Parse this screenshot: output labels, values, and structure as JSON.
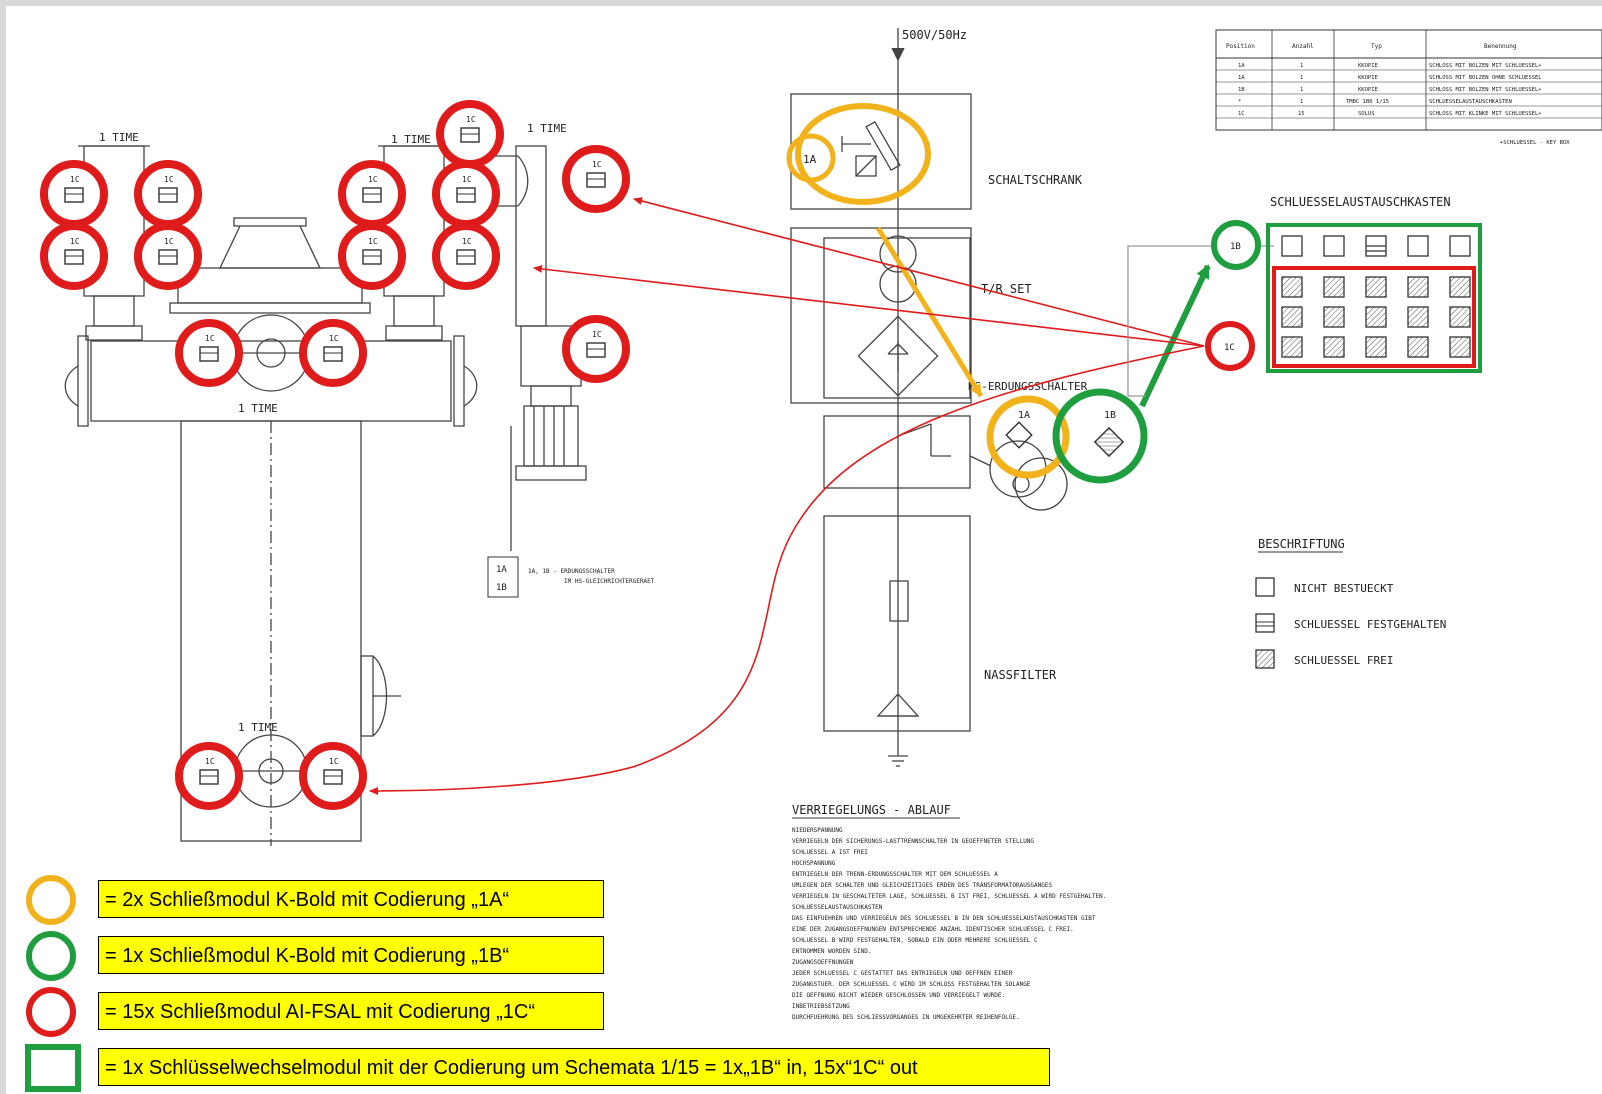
{
  "supply": "500V/50Hz",
  "labels": {
    "time1": "1 TIME",
    "schaltschrank": "SCHALTSCHRANK",
    "tr_set": "T/R SET",
    "erdungsschalter": "HS-ERDUNGSSCHALTER",
    "nassfilter": "NASSFILTER",
    "exchange_box_title": "SCHLUESSELAUSTAUSCHKASTEN",
    "erd_note_line1": "1A, 1B - ERDUNGSSCHALTER",
    "erd_note_line2": "IM HS-GLEICHRICHTERGERAET",
    "box_1a": "1A",
    "box_1b": "1B"
  },
  "codes": {
    "c1a": "1A",
    "c1b": "1B",
    "c1c": "1C"
  },
  "parts_table": {
    "headers": [
      "Position",
      "Anzahl",
      "Typ",
      "Benennung"
    ],
    "rows": [
      [
        "1A",
        "1",
        "KKOPIE",
        "SCHLOSS MIT BOLZEN MIT SCHLUESSEL+"
      ],
      [
        "1A",
        "1",
        "KKOPIE",
        "SCHLOSS MIT BOLZEN OHNE SCHLUESSEL"
      ],
      [
        "1B",
        "1",
        "KKOPIE",
        "SCHLOSS MIT BOLZEN MIT SCHLUESSEL+"
      ],
      [
        "*",
        "1",
        "TMBC 1B0 1/15",
        "SCHLUESSELAUSTAUSCHKASTEN"
      ],
      [
        "1C",
        "15",
        "SOLUS",
        "SCHLOSS MIT KLINKE MIT SCHLUESSEL+"
      ]
    ],
    "footnote": "+SCHLUESSEL - KEY BOX"
  },
  "beschriftung": {
    "title": "BESCHRIFTUNG",
    "items": [
      "NICHT BESTUECKT",
      "SCHLUESSEL FESTGEHALTEN",
      "SCHLUESSEL FREI"
    ]
  },
  "verriegelung": {
    "title": "VERRIEGELUNGS - ABLAUF",
    "lines": [
      "NIEDERSPANNUNG",
      "VERRIEGELN DER SICHERUNGS-LASTTRENNSCHALTER IN GEOEFFNETER STELLUNG",
      "SCHLUESSEL A IST FREI",
      "HOCHSPANNUNG",
      "ENTRIEGELN DER TRENN-ERDUNGSSCHALTER MIT DEM SCHLUESSEL A",
      "UMLEGEN DER SCHALTER UND GLEICHZEITIGES ERDEN DES TRANSFORMATORAUSGANGES",
      "VERRIEGELN IN GESCHALTETER LAGE, SCHLUESSEL B IST FREI, SCHLUESSEL A WIRD FESTGEHALTEN.",
      "SCHLUESSELAUSTAUSCHKASTEN",
      "DAS EINFUEHREN UND VERRIEGELN DES SCHLUESSEL B IN DEN SCHLUESSELAUSTAUSCHKASTEN GIBT",
      "EINE DER ZUGANGSOEFFNUNGEN ENTSPRECHENDE ANZAHL IDENTISCHER SCHLUESSEL C FREI.",
      "SCHLUESSEL B WIRD FESTGEHALTEN, SOBALD EIN ODER MEHRERE SCHLUESSEL C",
      "ENTNOMMEN WORDEN SIND.",
      "ZUGANGSOEFFNUNGEN",
      "JEDER SCHLUESSEL C GESTATTET DAS ENTRIEGELN UND OEFFNEN EINER",
      "ZUGANGSTUER. DER SCHLUESSEL C WIRD IM SCHLOSS FESTGEHALTEN SOLANGE",
      "DIE OEFFNUNG NICHT WIEDER GESCHLOSSEN UND VERRIEGELT WURDE.",
      "INBETRIEBSETZUNG",
      "DURCHFUEHRUNG DES SCHLIESSVORGANGES IN UMGEKEHRTER REIHENFOLGE."
    ]
  },
  "legend": [
    {
      "shape": "circle",
      "color": "#f2b21b",
      "text": "= 2x Schließmodul K-Bold mit Codierung „1A“"
    },
    {
      "shape": "circle",
      "color": "#1f9e3f",
      "text": "= 1x Schließmodul K-Bold mit Codierung „1B“"
    },
    {
      "shape": "circle",
      "color": "#e01b1b",
      "text": "= 15x Schließmodul AI-FSAL mit Codierung „1C“"
    },
    {
      "shape": "square",
      "color": "#1f9e3f",
      "text": "= 1x Schlüsselwechselmodul mit der Codierung um Schemata 1/15 = 1x„1B“ in, 15x“1C“ out"
    }
  ],
  "colors": {
    "yellow": "#f2b21b",
    "green": "#1f9e3f",
    "red": "#e01b1b",
    "arrow_red": "#e01b1b",
    "highlight": "#ffff00"
  }
}
